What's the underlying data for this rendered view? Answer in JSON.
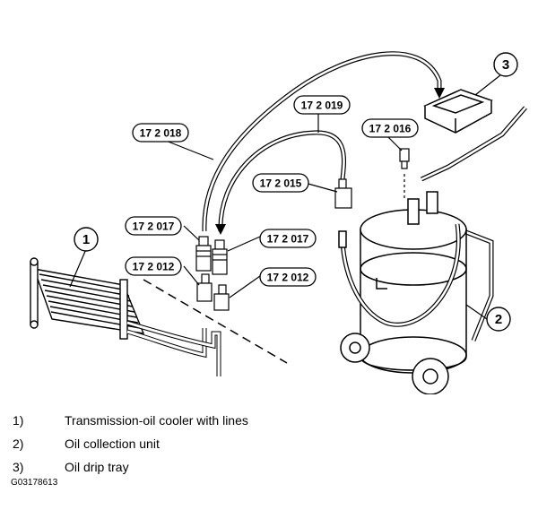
{
  "tools": [
    {
      "id": "172018",
      "label": "17 2 018"
    },
    {
      "id": "172019",
      "label": "17 2 019"
    },
    {
      "id": "172016",
      "label": "17 2 016"
    },
    {
      "id": "172015",
      "label": "17 2 015"
    },
    {
      "id": "172017a",
      "label": "17 2 017"
    },
    {
      "id": "172017b",
      "label": "17 2 017"
    },
    {
      "id": "172012a",
      "label": "17 2 012"
    },
    {
      "id": "172012b",
      "label": "17 2 012"
    }
  ],
  "callouts": [
    {
      "num": "1"
    },
    {
      "num": "2"
    },
    {
      "num": "3"
    }
  ],
  "legend": [
    {
      "num": "1)",
      "label": "Transmission-oil cooler with lines"
    },
    {
      "num": "2)",
      "label": "Oil collection unit"
    },
    {
      "num": "3)",
      "label": "Oil drip tray"
    }
  ],
  "figure_id": "G03178613"
}
